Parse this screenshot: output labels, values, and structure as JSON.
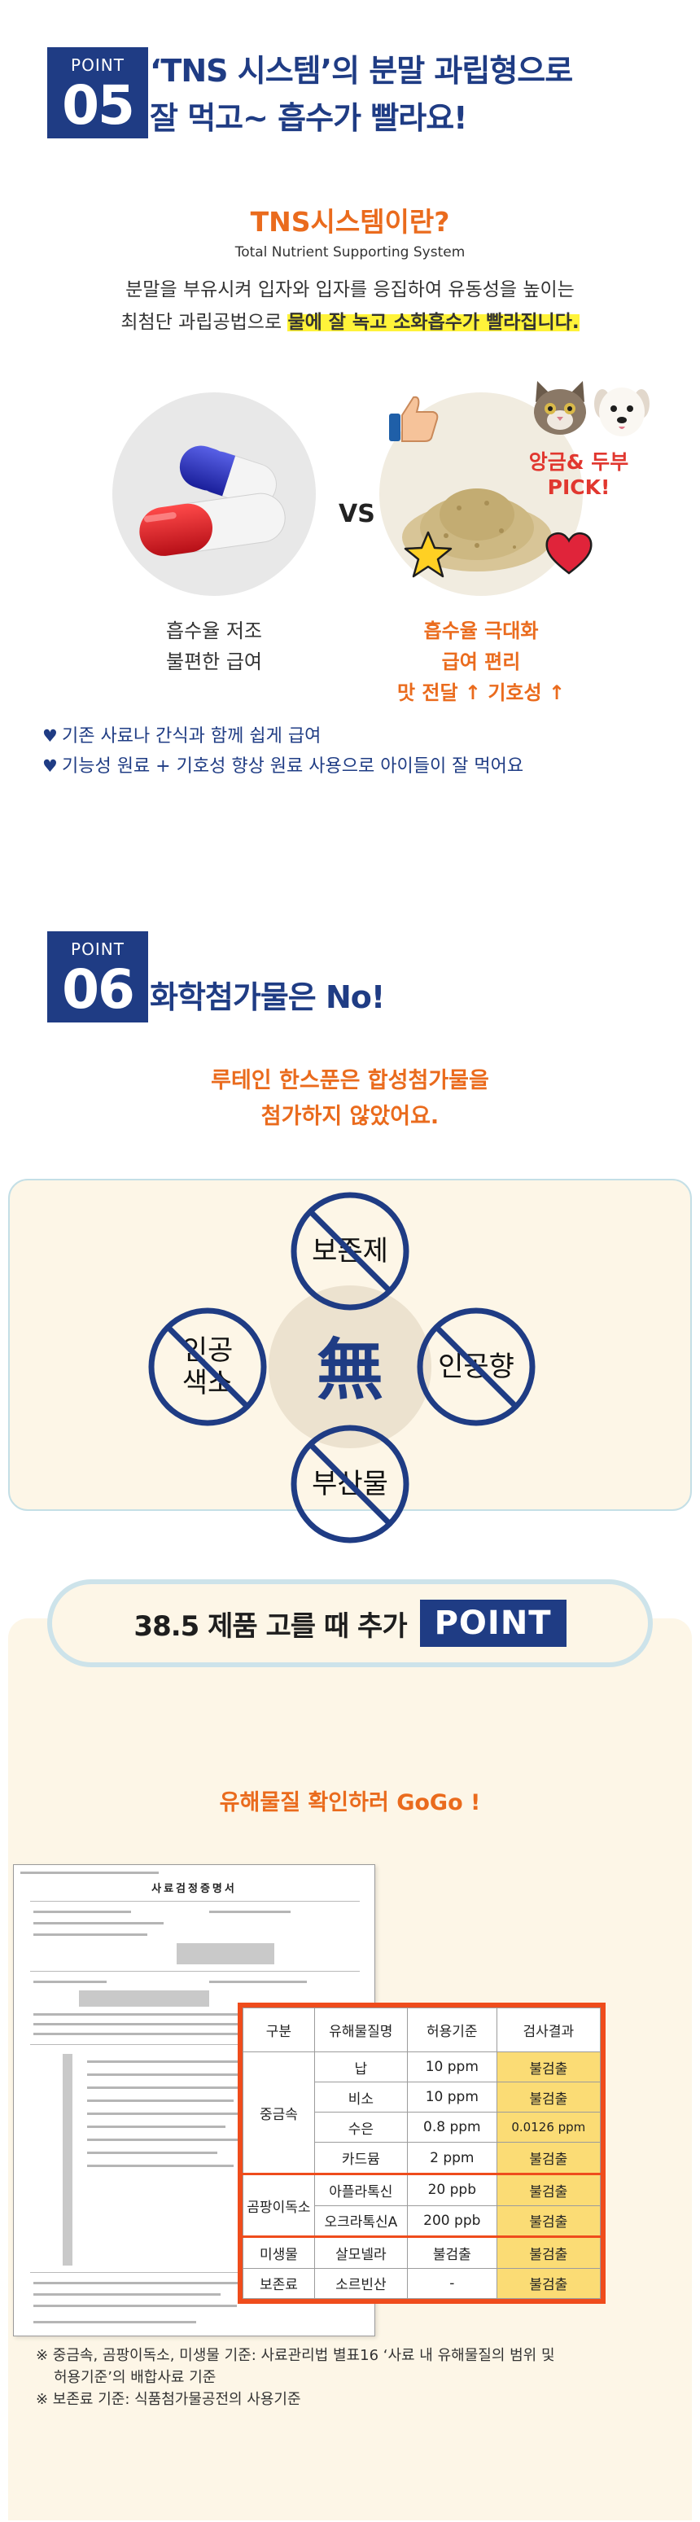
{
  "point05": {
    "badge_label": "POINT",
    "badge_num": "05",
    "title_line1": "‘TNS 시스템’의 분말 과립형으로",
    "title_line2": "잘 먹고~ 흡수가 빨라요!",
    "tns_title": "TNS시스템이란?",
    "tns_subtitle": "Total Nutrient Supporting System",
    "desc_line1": "분말을 부유시켜 입자와 입자를 응집하여 유동성을 높이는",
    "desc_line2_plain": "최첨단 과립공법으로 ",
    "desc_line2_highlight": "물에 잘 녹고 소화흡수가 빨라집니다.",
    "vs": "VS",
    "pick_line1": "앙금& 두부",
    "pick_line2": "PICK!",
    "left_caption": [
      "흡수율 저조",
      "불편한 급여"
    ],
    "right_caption": [
      "흡수율 극대화",
      "급여 편리",
      "맛 전달 ↑ 기호성 ↑"
    ],
    "bullets": [
      "기존 사료나 간식과 함께 쉽게 급여",
      "기능성 원료 + 기호성 향상 원료 사용으로 아이들이 잘 먹어요"
    ],
    "icons": {
      "bullet": "heart-icon",
      "thumb": "thumbs-up-icon",
      "star": "star-icon",
      "heart": "heart-icon"
    },
    "colors": {
      "navy": "#1f3c84",
      "orange": "#ea6b1d",
      "red": "#e1372f"
    }
  },
  "point06": {
    "badge_label": "POINT",
    "badge_num": "06",
    "title": "화학첨가물은 No!",
    "desc_line1": "루테인 한스푼은 합성첨가물을",
    "desc_line2": "첨가하지 않았어요.",
    "center": "無",
    "no_items": {
      "top": "보존제",
      "left_line1": "인공",
      "left_line2": "색소",
      "right": "인공향",
      "bottom": "부산물"
    }
  },
  "extra": {
    "pill_text": "38.5 제품 고를 때 추가",
    "pill_point": "POINT",
    "gogo": "유해물질 확인하러 GoGo !",
    "doc_title": "사료검정증명서",
    "table": {
      "headers": [
        "구분",
        "유해물질명",
        "허용기준",
        "검사결과"
      ],
      "groups": [
        {
          "category": "중금속",
          "rows": [
            {
              "name": "납",
              "limit": "10 ppm",
              "result": "불검출"
            },
            {
              "name": "비소",
              "limit": "10 ppm",
              "result": "불검출"
            },
            {
              "name": "수은",
              "limit": "0.8 ppm",
              "result": "0.0126 ppm"
            },
            {
              "name": "카드뮴",
              "limit": "2 ppm",
              "result": "불검출"
            }
          ]
        },
        {
          "category": "곰팡이독소",
          "rows": [
            {
              "name": "아플라톡신",
              "limit": "20 ppb",
              "result": "불검출"
            },
            {
              "name": "오크라톡신A",
              "limit": "200 ppb",
              "result": "불검출"
            }
          ]
        },
        {
          "category": "미생물",
          "rows": [
            {
              "name": "살모넬라",
              "limit": "불검출",
              "result": "불검출"
            }
          ]
        },
        {
          "category": "보존료",
          "rows": [
            {
              "name": "소르빈산",
              "limit": "-",
              "result": "불검출"
            }
          ]
        }
      ]
    },
    "notes": [
      "※ 중금속, 곰팡이독소, 미생물 기준: 사료관리법 별표16 ‘사료 내 유해물질의 범위 및",
      "허용기준’의 배합사료 기준",
      "※ 보존료 기준: 식품첨가물공전의 사용기준"
    ],
    "colors": {
      "highlight_cell": "#fbdc75",
      "table_border": "#ef4c1c",
      "panel": "#fdf6e7"
    }
  }
}
